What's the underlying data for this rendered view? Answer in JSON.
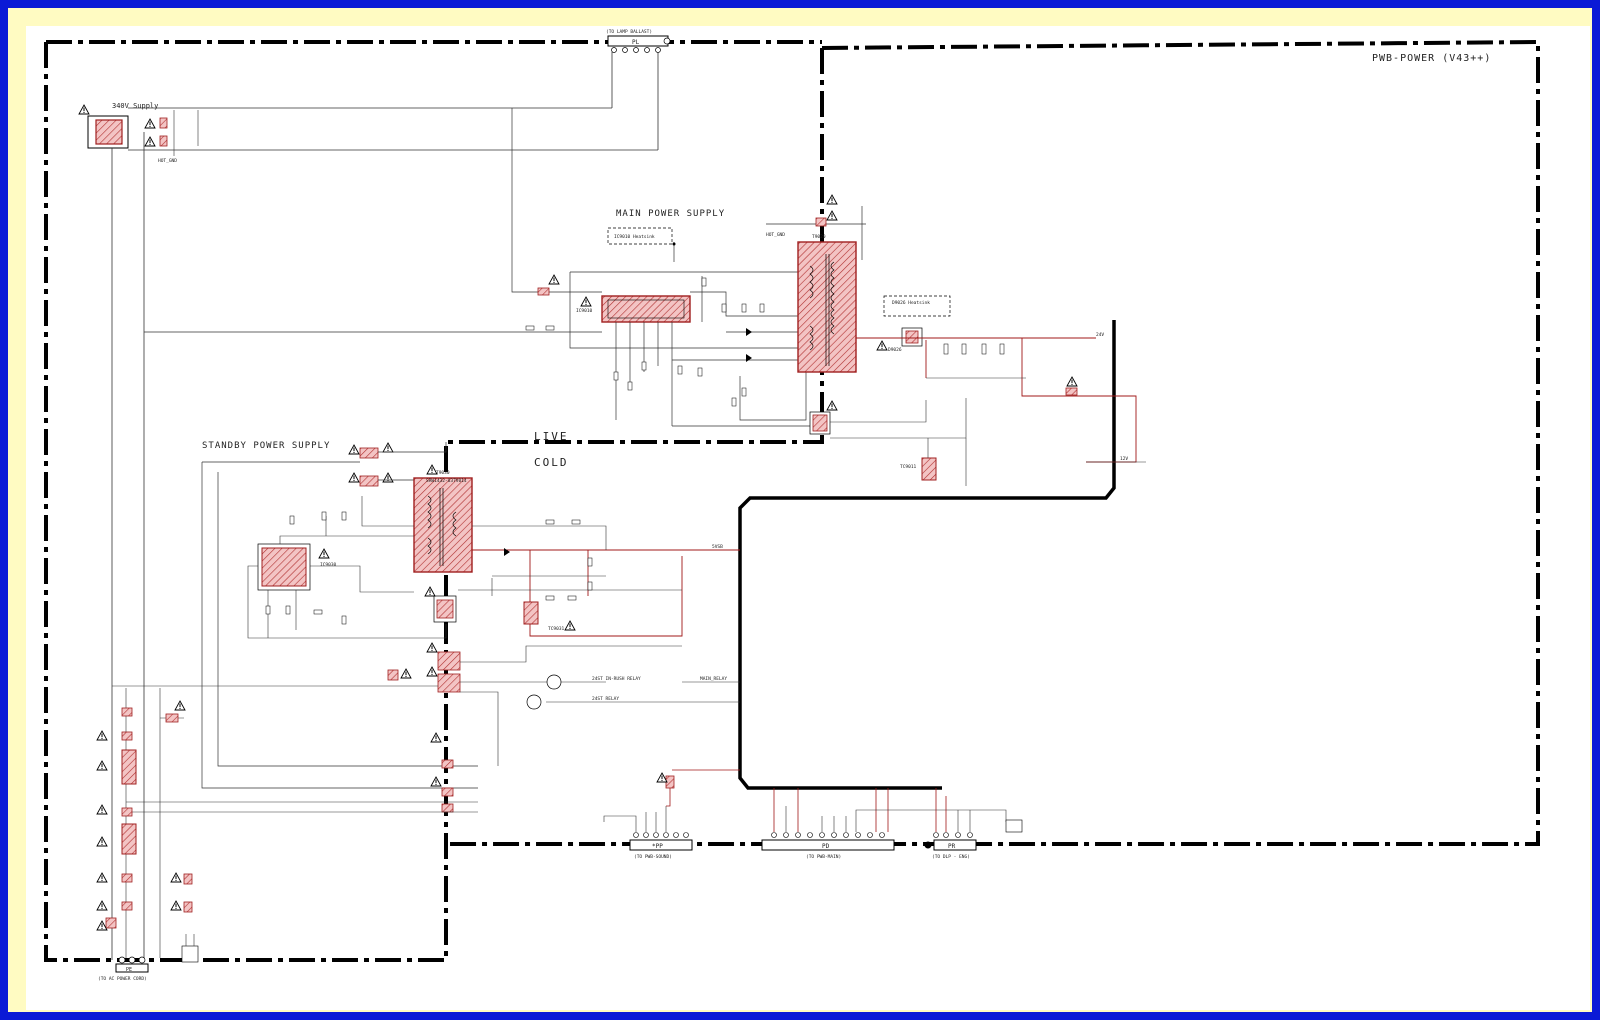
{
  "title": "PWB-POWER (V43++)",
  "sections": {
    "supply_340v": "340V Supply",
    "main_power_supply": "MAIN POWER SUPPLY",
    "standby_power_supply": "STANDBY POWER SUPPLY",
    "live": "LIVE",
    "cold": "COLD"
  },
  "connectors": {
    "pl_label": "PL",
    "pl_dest": "(TO LAMP BALLAST)",
    "pe_label": "PE",
    "pe_dest": "(TO AC POWER CORD)",
    "pp_label": "*PP",
    "pp_dest": "(TO PWB-SOUND)",
    "pd_label": "PD",
    "pd_dest": "(TO PWB-MAIN)",
    "pr_label": "PR",
    "pr_dest": "(TO DLP - ENG)"
  },
  "components": {
    "ic9010": "IC9010",
    "ic9010_heatsink": "IC9010 Heatsink",
    "t9020": "T9020",
    "d9026_heatsink": "D9026 Heatsink",
    "d9026": "D9026",
    "t9030": "T9030",
    "t9030_part": "SRW1432-U37V014",
    "ic9030": "IC9030",
    "tc9011": "TC9011",
    "tc9031": "TC9031"
  },
  "nets": {
    "relay_inrush": "24ST IN-RUSH RELAY",
    "relay_main": "24ST RELAY",
    "main_relay": "MAIN_RELAY",
    "v24": "24V",
    "v12": "12V",
    "v5": "5VSB",
    "hot_gnd": "HOT_GND"
  },
  "colors": {
    "border_outer": "#0a1ad6",
    "border_inner": "#fffbc2",
    "component_fill": "#f0b8b8",
    "component_stroke": "#a02020",
    "dc_wire": "#a01818",
    "wire": "#222222"
  }
}
